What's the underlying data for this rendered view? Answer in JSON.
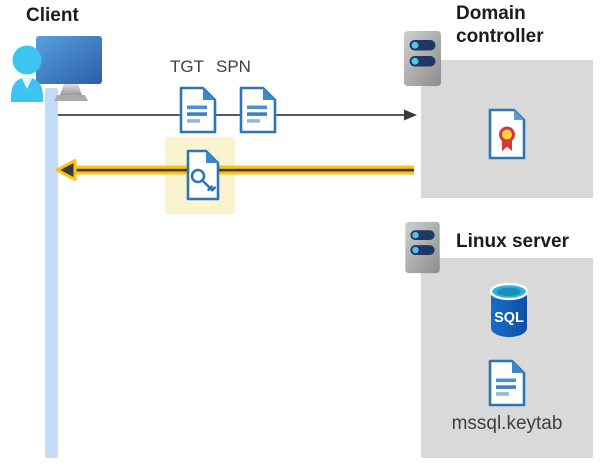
{
  "client": {
    "label": "Client"
  },
  "flow": {
    "tgt_label": "TGT",
    "spn_label": "SPN"
  },
  "domain_controller": {
    "label": "Domain controller"
  },
  "linux_server": {
    "label": "Linux server",
    "sql_badge": "SQL",
    "keytab_file": "mssql.keytab"
  },
  "icons": {
    "client": "user-at-monitor-icon",
    "tgt": "document-icon",
    "spn": "document-icon",
    "response_ticket": "document-with-key-icon",
    "domain_controller": "server-icon",
    "certificate": "certificate-icon",
    "linux_server": "server-icon",
    "database": "sql-database-icon",
    "keytab": "document-icon"
  },
  "colors": {
    "accent_yellow": "#FFC20E",
    "highlight_box": "#FAF3D0",
    "panel_gray": "#D9D9D9",
    "lifeline_blue": "#C5DCF6",
    "icon_blue": "#2E75B6",
    "icon_blue_light": "#4A90D9",
    "arrow_gray": "#5A5A5A",
    "arrowhead_dark": "#3A3A3A",
    "person_cyan": "#3EC5EF",
    "server_bar_navy": "#1F3864",
    "led_cyan": "#4EC6EE",
    "sql_top_cyan": "#2CB2DE",
    "cert_red": "#D6373F",
    "cert_yellow": "#FFD23E",
    "heading_text": "#1C1C1C",
    "label_text": "#3F3F3F"
  }
}
